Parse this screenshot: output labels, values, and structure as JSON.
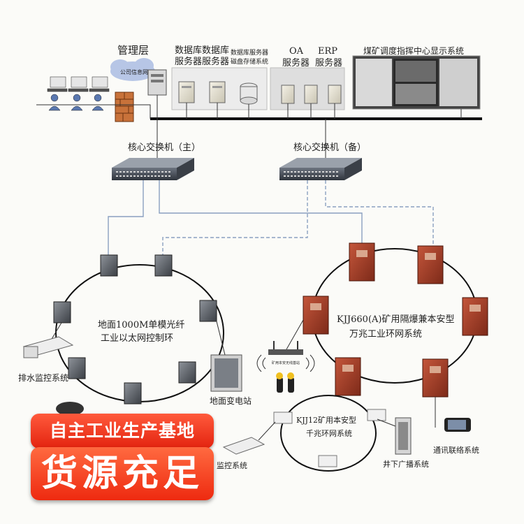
{
  "labels": {
    "management_layer": "管理层",
    "intranet": "公司信息网",
    "db_server_1": [
      "数据库",
      "服务器"
    ],
    "db_server_2": [
      "数据库",
      "服务器"
    ],
    "storage": [
      "数据库服务器",
      "磁盘存储系统"
    ],
    "oa_server": [
      "OA",
      "服务器"
    ],
    "erp_server": [
      "ERP",
      "服务器"
    ],
    "display_system": "煤矿调度指挥中心显示系统",
    "core_switch_main": "核心交换机（主）",
    "core_switch_backup": "核心交换机（备）",
    "ring_left": [
      "地面1000M单模光纤",
      "工业以太网控制环"
    ],
    "ring_right": [
      "KJJ660(A)矿用隔爆兼本安型",
      "万兆工业环网系统"
    ],
    "ring_small": [
      "KJJ12矿用本安型",
      "千兆环网系统"
    ],
    "drainage": "排水监控系统",
    "substation": "地面变电站",
    "monitoring": "监控系统",
    "broadcast": "井下广播系统",
    "communication": "通讯联络系统",
    "wireless_ap": "矿用本安无线基站"
  },
  "banner": {
    "line1": "自主工业生产基地",
    "line2": "货源充足"
  },
  "colors": {
    "banner_red": "#e3230f",
    "cabinet_red": "#a93a23",
    "line_blue": "#8aa0c0"
  }
}
